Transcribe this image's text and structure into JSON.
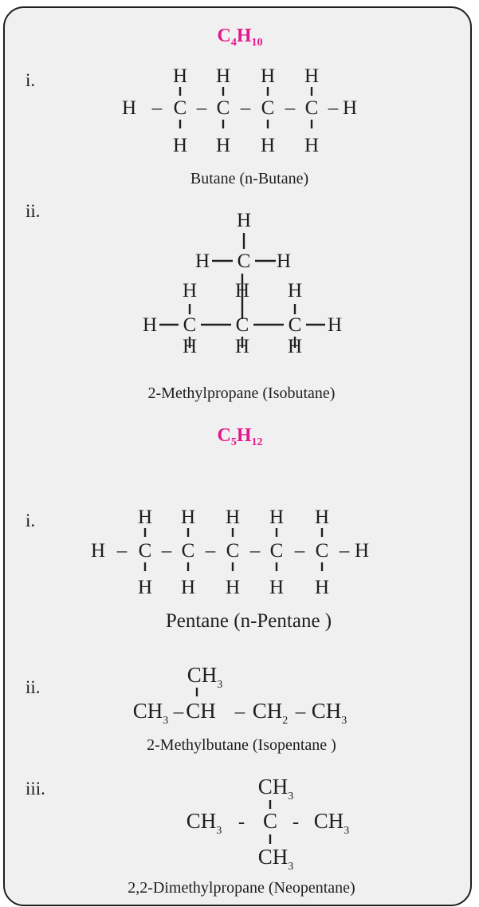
{
  "sections": [
    {
      "formula": {
        "main": "C",
        "sub1": "4",
        "mid": "H",
        "sub2": "10"
      },
      "compounds": [
        {
          "numeral": "i.",
          "name": "Butane (n-Butane)"
        },
        {
          "numeral": "ii.",
          "name": "2-Methylpropane (Isobutane)"
        }
      ]
    },
    {
      "formula": {
        "main": "C",
        "sub1": "5",
        "mid": "H",
        "sub2": "12"
      },
      "compounds": [
        {
          "numeral": "i.",
          "name": "Pentane (n-Pentane )"
        },
        {
          "numeral": "ii.",
          "name": "2-Methylbutane (Isopentane )"
        },
        {
          "numeral": "iii.",
          "name": "2,2-Dimethylpropane (Neopentane)"
        }
      ]
    }
  ],
  "atoms": {
    "carbon": "C",
    "hydrogen": "H",
    "methyl": "CH",
    "methylene": "CH",
    "three": "3",
    "two": "2",
    "dash": "–",
    "hyphen": "-"
  },
  "colors": {
    "formula": "#e6168c",
    "panel": "#f0f0f0",
    "ink": "#1f1f1f"
  }
}
